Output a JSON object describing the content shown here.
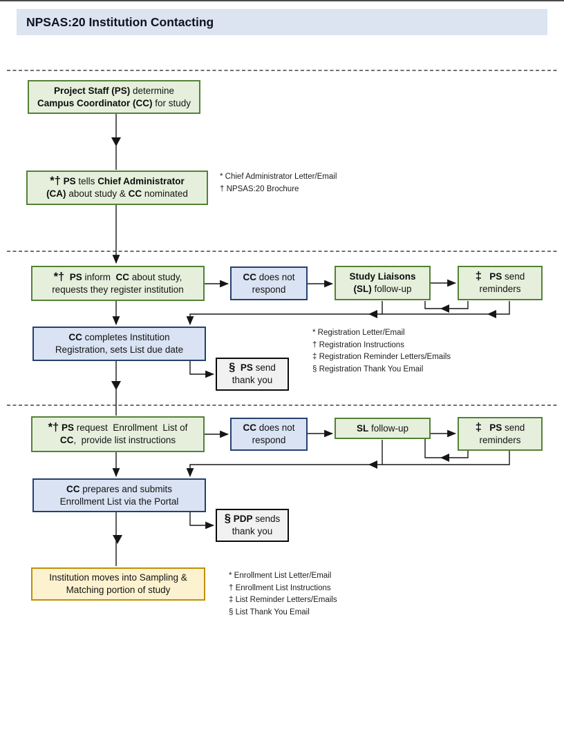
{
  "title": "NPSAS:20 Institution Contacting",
  "colors": {
    "header_bg": "#dbe4f0",
    "green_fill": "#e6efdc",
    "green_border": "#538135",
    "blue_fill": "#dae3f3",
    "blue_border": "#24406e",
    "gray_fill": "#f1f1f1",
    "gray_border": "#0a0a0a",
    "gold_fill": "#fdf2cf",
    "gold_border": "#bf9000"
  },
  "boxes": {
    "determine": {
      "lines": [
        [
          {
            "t": "Project Staff (PS)",
            "b": 1
          },
          {
            "t": " determine"
          }
        ],
        [
          {
            "t": "Campus Coordinator (CC)",
            "b": 1
          },
          {
            "t": " for study"
          }
        ]
      ]
    },
    "tells_ca": {
      "lines": [
        [
          {
            "t": "*†",
            "b": 1,
            "s": 1
          },
          {
            "t": " "
          },
          {
            "t": "PS",
            "b": 1
          },
          {
            "t": " tells "
          },
          {
            "t": "Chief Administrator",
            "b": 1
          }
        ],
        [
          {
            "t": "(CA)",
            "b": 1
          },
          {
            "t": " about study & "
          },
          {
            "t": "CC",
            "b": 1
          },
          {
            "t": " nominated"
          }
        ]
      ]
    },
    "inform": {
      "lines": [
        [
          {
            "t": "*†",
            "b": 1,
            "s": 1
          },
          {
            "t": "  "
          },
          {
            "t": "PS",
            "b": 1
          },
          {
            "t": " inform  "
          },
          {
            "t": "CC",
            "b": 1
          },
          {
            "t": " about study,"
          }
        ],
        [
          {
            "t": "requests they register institution"
          }
        ]
      ]
    },
    "cc_no_respond": {
      "lines": [
        [
          {
            "t": "CC",
            "b": 1
          },
          {
            "t": " does not"
          }
        ],
        [
          {
            "t": "respond"
          }
        ]
      ]
    },
    "sl_followup_full": {
      "lines": [
        [
          {
            "t": "Study Liaisons",
            "b": 1
          }
        ],
        [
          {
            "t": "(SL)",
            "b": 1
          },
          {
            "t": " follow-up"
          }
        ]
      ]
    },
    "reminders": {
      "lines": [
        [
          {
            "t": "‡",
            "b": 1,
            "s": 1
          },
          {
            "t": "   "
          },
          {
            "t": "PS",
            "b": 1
          },
          {
            "t": " send"
          }
        ],
        [
          {
            "t": "reminders"
          }
        ]
      ]
    },
    "registers": {
      "lines": [
        [
          {
            "t": "CC",
            "b": 1
          },
          {
            "t": " completes Institution"
          }
        ],
        [
          {
            "t": "Registration, sets List due date"
          }
        ]
      ]
    },
    "ps_thankyou": {
      "lines": [
        [
          {
            "t": "§",
            "b": 1,
            "s": 1
          },
          {
            "t": "  "
          },
          {
            "t": "PS",
            "b": 1
          },
          {
            "t": " send"
          }
        ],
        [
          {
            "t": "thank you"
          }
        ]
      ]
    },
    "request_list": {
      "lines": [
        [
          {
            "t": "*†",
            "b": 1,
            "s": 1
          },
          {
            "t": " "
          },
          {
            "t": "PS",
            "b": 1
          },
          {
            "t": " request  Enrollment  List of"
          }
        ],
        [
          {
            "t": "CC",
            "b": 1
          },
          {
            "t": ",  provide list instructions"
          }
        ]
      ]
    },
    "sl_followup_short": {
      "lines": [
        [
          {
            "t": "SL",
            "b": 1
          },
          {
            "t": " follow-up"
          }
        ]
      ]
    },
    "submits": {
      "lines": [
        [
          {
            "t": "CC",
            "b": 1
          },
          {
            "t": " prepares and submits"
          }
        ],
        [
          {
            "t": "Enrollment List via the Portal"
          }
        ]
      ]
    },
    "pdp_thankyou": {
      "lines": [
        [
          {
            "t": "§",
            "b": 1,
            "s": 1
          },
          {
            "t": " "
          },
          {
            "t": "PDP",
            "b": 1
          },
          {
            "t": " sends"
          }
        ],
        [
          {
            "t": "thank you"
          }
        ]
      ]
    },
    "sampling": {
      "lines": [
        [
          {
            "t": "Institution moves into Sampling &"
          }
        ],
        [
          {
            "t": "Matching portion of study"
          }
        ]
      ]
    }
  },
  "footnotes": {
    "admin": [
      "* Chief Administrator Letter/Email",
      "† NPSAS:20 Brochure"
    ],
    "registration": [
      "* Registration Letter/Email",
      "† Registration Instructions",
      "‡ Registration Reminder Letters/Emails",
      "§ Registration Thank You Email"
    ],
    "enrollment": [
      "* Enrollment List Letter/Email",
      "† Enrollment List Instructions",
      "‡ List Reminder  Letters/Emails",
      "§ List Thank You Email"
    ]
  }
}
